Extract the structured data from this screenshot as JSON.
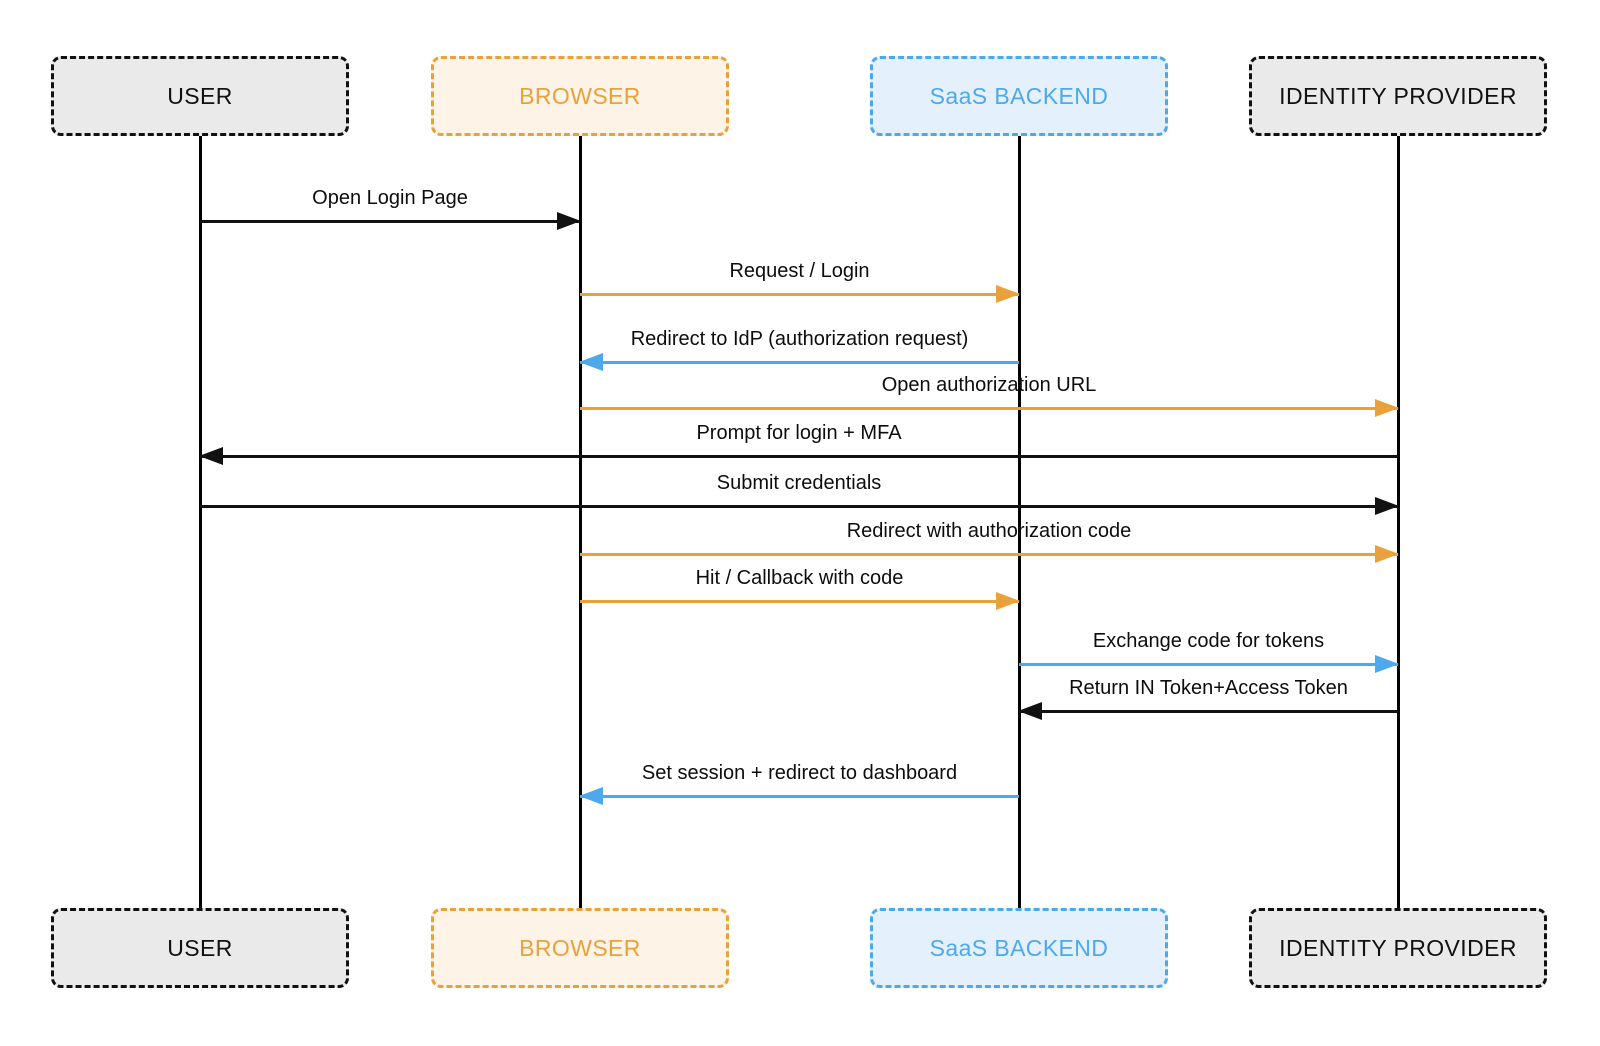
{
  "diagram": {
    "actors": [
      {
        "id": "user",
        "label": "USER",
        "scheme": "gray"
      },
      {
        "id": "browser",
        "label": "BROWSER",
        "scheme": "orange"
      },
      {
        "id": "saas",
        "label": "SaaS BACKEND",
        "scheme": "blue"
      },
      {
        "id": "idp",
        "label": "IDENTITY PROVIDER",
        "scheme": "gray"
      }
    ],
    "messages": [
      {
        "label": "Open Login Page",
        "from": "user",
        "to": "browser",
        "color": "black"
      },
      {
        "label": "Request / Login",
        "from": "browser",
        "to": "saas",
        "color": "orange"
      },
      {
        "label": "Redirect to IdP (authorization request)",
        "from": "saas",
        "to": "browser",
        "color": "blue"
      },
      {
        "label": "Open authorization URL",
        "from": "browser",
        "to": "idp",
        "color": "orange"
      },
      {
        "label": "Prompt for login + MFA",
        "from": "idp",
        "to": "user",
        "color": "black"
      },
      {
        "label": "Submit credentials",
        "from": "user",
        "to": "idp",
        "color": "black"
      },
      {
        "label": "Redirect with authorization code",
        "from": "browser",
        "to": "idp",
        "color": "orange"
      },
      {
        "label": "Hit / Callback with code",
        "from": "browser",
        "to": "saas",
        "color": "orange"
      },
      {
        "label": "Exchange code for tokens",
        "from": "saas",
        "to": "idp",
        "color": "blue"
      },
      {
        "label": "Return IN Token+Access Token",
        "from": "idp",
        "to": "saas",
        "color": "black"
      },
      {
        "label": "Set session + redirect to dashboard",
        "from": "saas",
        "to": "browser",
        "color": "blue"
      }
    ],
    "colors": {
      "black": "#111111",
      "orange": "#E9A23B",
      "blue": "#4DA8EC",
      "gray_fill": "#EAEAEA",
      "orange_fill": "#FDF3E7",
      "blue_fill": "#E4F1FC",
      "background": "#FFFFFF"
    }
  }
}
